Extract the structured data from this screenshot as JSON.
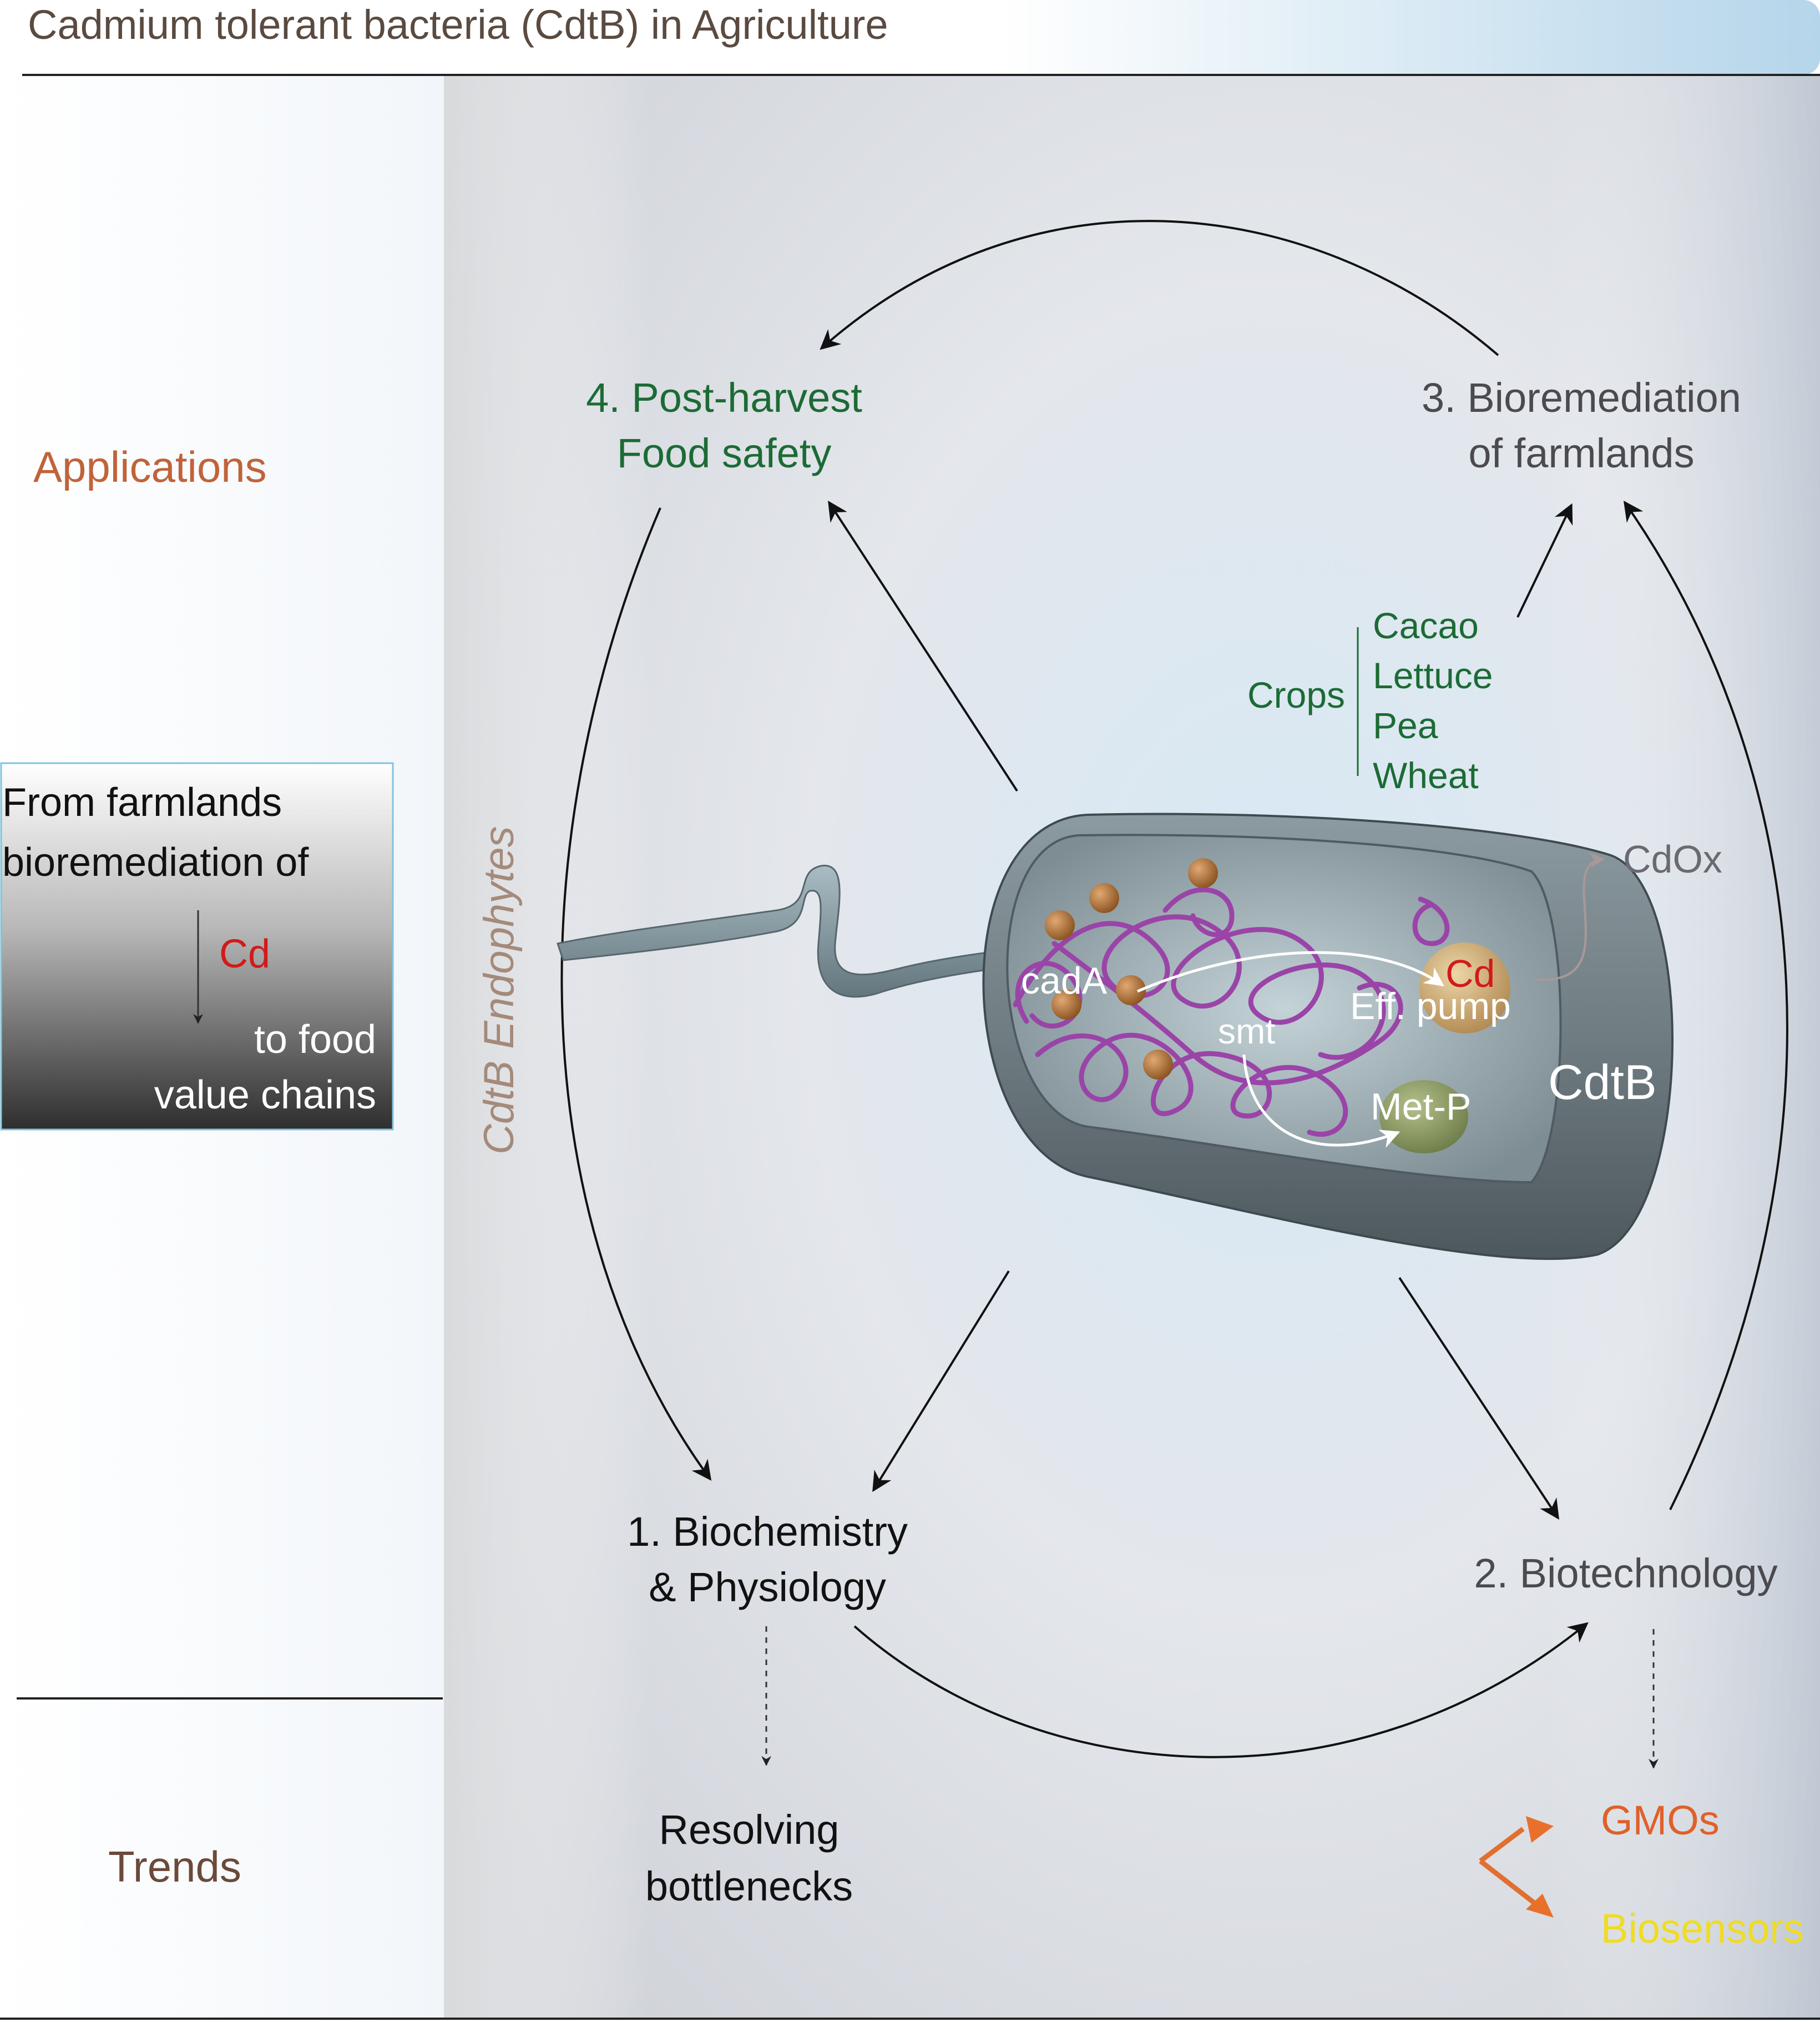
{
  "header": {
    "title": "Cadmium tolerant bacteria (CdtB) in Agriculture"
  },
  "left": {
    "applications": "Applications",
    "trends": "Trends",
    "box": {
      "line1": "From farmlands",
      "line2": "bioremediation of",
      "cd": "Cd",
      "line3": "to food",
      "line4": "value chains"
    }
  },
  "panel": {
    "endophytes": "CdtB Endophytes"
  },
  "nodes": {
    "n4": {
      "line1": "4. Post-harvest",
      "line2": "Food safety"
    },
    "n3": {
      "line1": "3. Bioremediation",
      "line2": "of farmlands"
    },
    "n1": {
      "line1": "1. Biochemistry",
      "line2": "& Physiology"
    },
    "n2": {
      "line1": "2. Biotechnology"
    }
  },
  "crops": {
    "label": "Crops",
    "items": [
      "Cacao",
      "Lettuce",
      "Pea",
      "Wheat"
    ]
  },
  "bacterium": {
    "cdox": "CdOx",
    "cd": "Cd",
    "cadA": "cadA",
    "eff_pump": "Eff. pump",
    "smt": "smt",
    "met_p": "Met-P",
    "name": "CdtB"
  },
  "trends": {
    "resolving1": "Resolving",
    "resolving2": "bottlenecks",
    "gmos": "GMOs",
    "biosensors": "Biosensors"
  },
  "colors": {
    "green": "#1c6b35",
    "grey_text": "#4a4a4f",
    "applications": "#c0633a",
    "trends": "#6b4a3a",
    "red": "#d21a1a",
    "endophytes": "#a48a7a",
    "gmos": "#e0602a",
    "biosensors": "#f0dc20"
  }
}
